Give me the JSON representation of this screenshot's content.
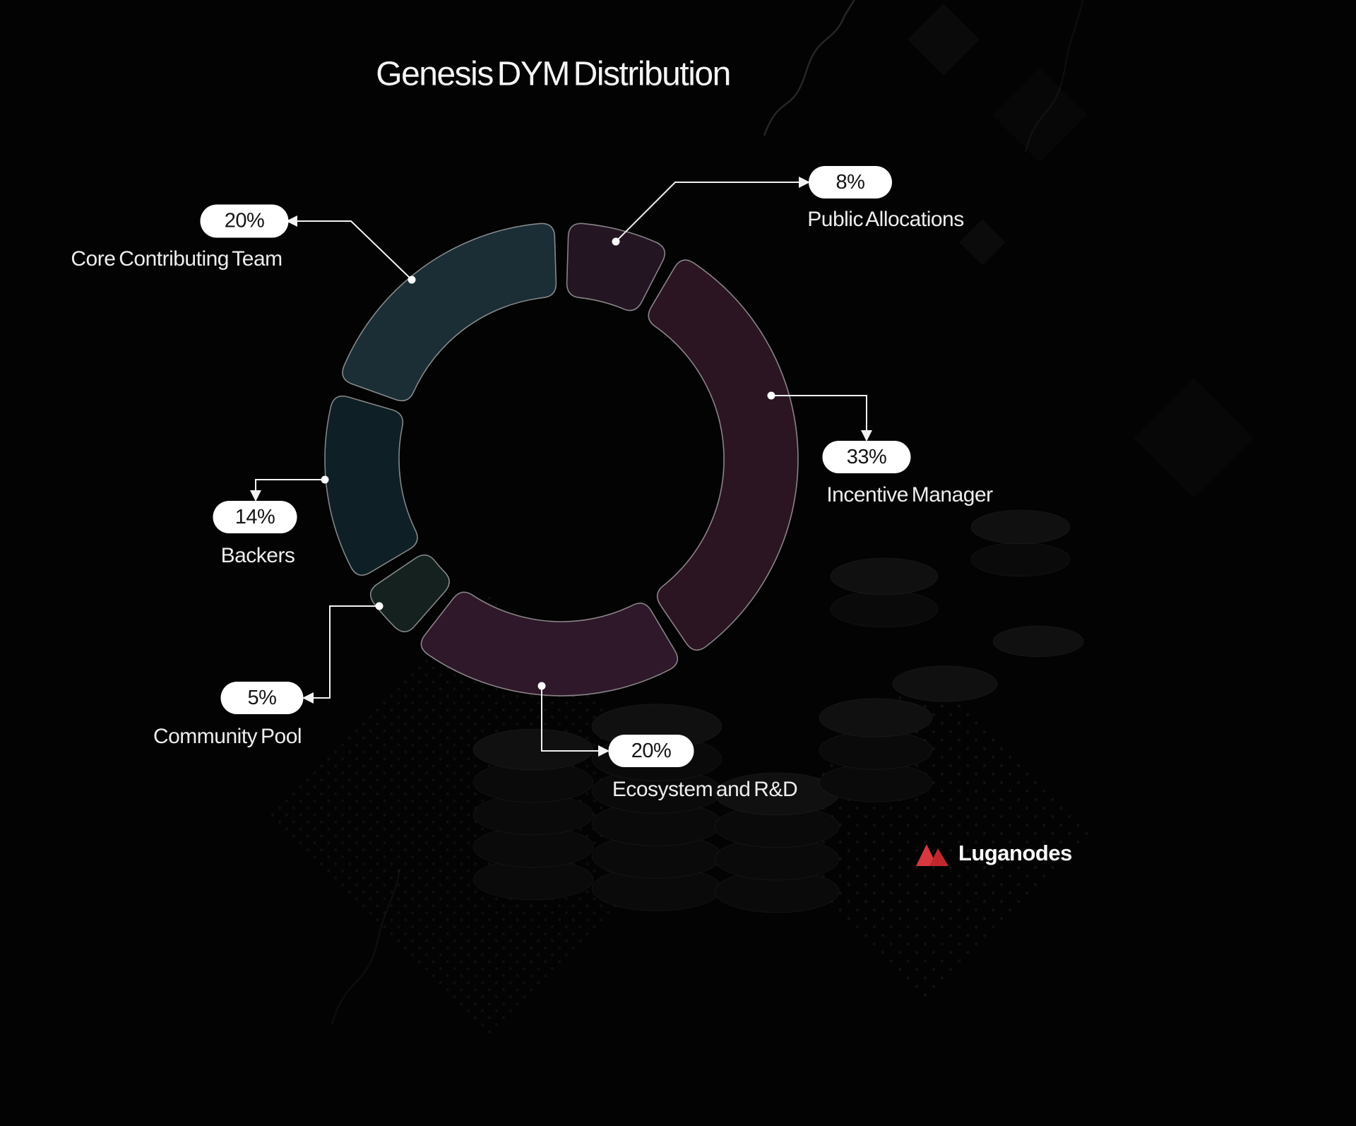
{
  "title": "Genesis DYM Distribution",
  "brand": {
    "name": "Luganodes",
    "logo_color": "#D5383E"
  },
  "colors": {
    "background": "#000000",
    "pill_background": "#ffffff",
    "pill_text": "#151515",
    "label_text": "#ededed",
    "connector": "#f2f2f2"
  },
  "chart_data": {
    "type": "pie",
    "donut": true,
    "title": "Genesis DYM Distribution",
    "direction": "clockwise",
    "start_angle_deg": 0,
    "legend_position": "callouts",
    "segments": [
      {
        "label": "Public Allocations",
        "value": 8,
        "color": "#241522"
      },
      {
        "label": "Incentive Manager",
        "value": 33,
        "color": "#2c1522"
      },
      {
        "label": "Ecosystem and R&D",
        "value": 20,
        "color": "#2e1829"
      },
      {
        "label": "Community Pool",
        "value": 5,
        "color": "#14211f"
      },
      {
        "label": "Backers",
        "value": 14,
        "color": "#0f1f26"
      },
      {
        "label": "Core Contributing Team",
        "value": 20,
        "color": "#1b2d35"
      }
    ]
  },
  "callouts": {
    "core_team": {
      "pct": "20%",
      "label": "Core Contributing Team"
    },
    "public": {
      "pct": "8%",
      "label": "Public Allocations"
    },
    "incentive": {
      "pct": "33%",
      "label": "Incentive Manager"
    },
    "backers": {
      "pct": "14%",
      "label": "Backers"
    },
    "community": {
      "pct": "5%",
      "label": "Community Pool"
    },
    "ecosystem": {
      "pct": "20%",
      "label": "Ecosystem and R&D"
    }
  }
}
